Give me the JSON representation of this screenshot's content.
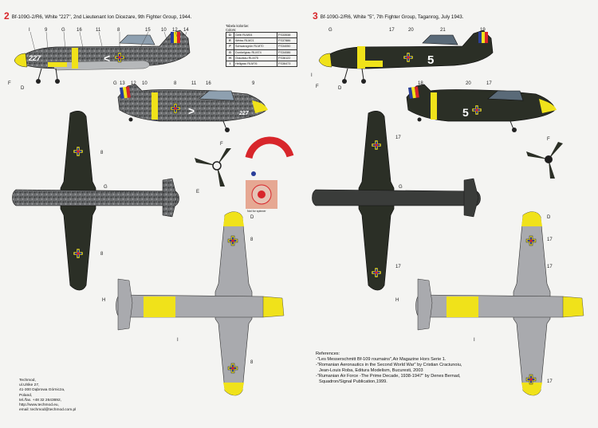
{
  "profile2": {
    "number": "2",
    "caption": "Bf-109G-2/R6, White \"227\", 2nd Lieutenant Ion Dicezare, 9th Fighter Group, 1944.",
    "fuselage_code": "227",
    "fuselage_code_lower": "227",
    "upper_labels": [
      "I",
      "9",
      "G",
      "16",
      "11",
      "8",
      "15",
      "10",
      "12",
      "14"
    ],
    "left_labels": [
      "F",
      "D",
      "G"
    ],
    "lower_labels": [
      "13",
      "12",
      "10",
      "8",
      "11",
      "16",
      "9"
    ]
  },
  "profile3": {
    "number": "3",
    "caption": "Bf-109G-2/R6, White \"5\", 7th Fighter Group, Taganrog, July 1943.",
    "fuselage_code": "5",
    "upper_labels": [
      "G",
      "17",
      "20",
      "21",
      "19"
    ],
    "left_labels": [
      "I",
      "F",
      "D"
    ],
    "lower_labels": [
      "18",
      "20",
      "17"
    ]
  },
  "colour_table": {
    "title_line1": "Tabela kolorów:",
    "title_line2": "Colors:",
    "rows": [
      {
        "key": "D",
        "name": "Gelb RLM04",
        "code": "FS33538"
      },
      {
        "key": "E",
        "name": "Weiss RLM21",
        "code": "FS37886"
      },
      {
        "key": "F",
        "name": "Schwarzgrün RLM70",
        "code": "FS34050"
      },
      {
        "key": "G",
        "name": "Dunkelgrau RLM74",
        "code": "FS34086"
      },
      {
        "key": "H",
        "name": "Graublau RLM75",
        "code": "FS36122"
      },
      {
        "key": "I",
        "name": "Hellgrau RLM76",
        "code": "FS36473"
      }
    ]
  },
  "plan_labels_left": [
    "8",
    "G",
    "8",
    "H",
    "D",
    "8",
    "8",
    "I"
  ],
  "plan_labels_right": [
    "17",
    "G",
    "17",
    "H",
    "D",
    "17",
    "17",
    "I",
    "17"
  ],
  "prop_labels_left": [
    "F",
    "E"
  ],
  "prop_labels_right": [
    "F"
  ],
  "markings_note": "Not for spinner",
  "references": {
    "heading": "References:",
    "lines": [
      "-\"Les Messerschmitt Bf-109 roumains\",Air Magazine Hors Serie 1.",
      "-\"Romanian Aeronautics in the Second World War\" by Cristian Craciunoiu,",
      "Jean-Louis Roba, Editura Modelism, Bucuresti, 2003",
      "-\"Rumanian Air Force -The Prime Decade, 1938-1947\" by Denes Bernad,",
      "Squadron/Signal Publication,1999."
    ]
  },
  "address": {
    "lines": [
      "Techmod,",
      "ul.Ulrike 27,",
      "41-300 Dąbrowa Górnicza,",
      "Poland,",
      "tel./fax. +48 32 2643692,",
      "http://www.techmod.eu,",
      "email: techmod@techmod.com.pl"
    ]
  },
  "colors": {
    "green_black": "#2b2f26",
    "grey_dark": "#5a5c5e",
    "grey_light": "#a9aaae",
    "yellow": "#f0e21a",
    "red": "#d8262b",
    "blue": "#2a3e9a",
    "mottle": "#7b7c7c"
  }
}
